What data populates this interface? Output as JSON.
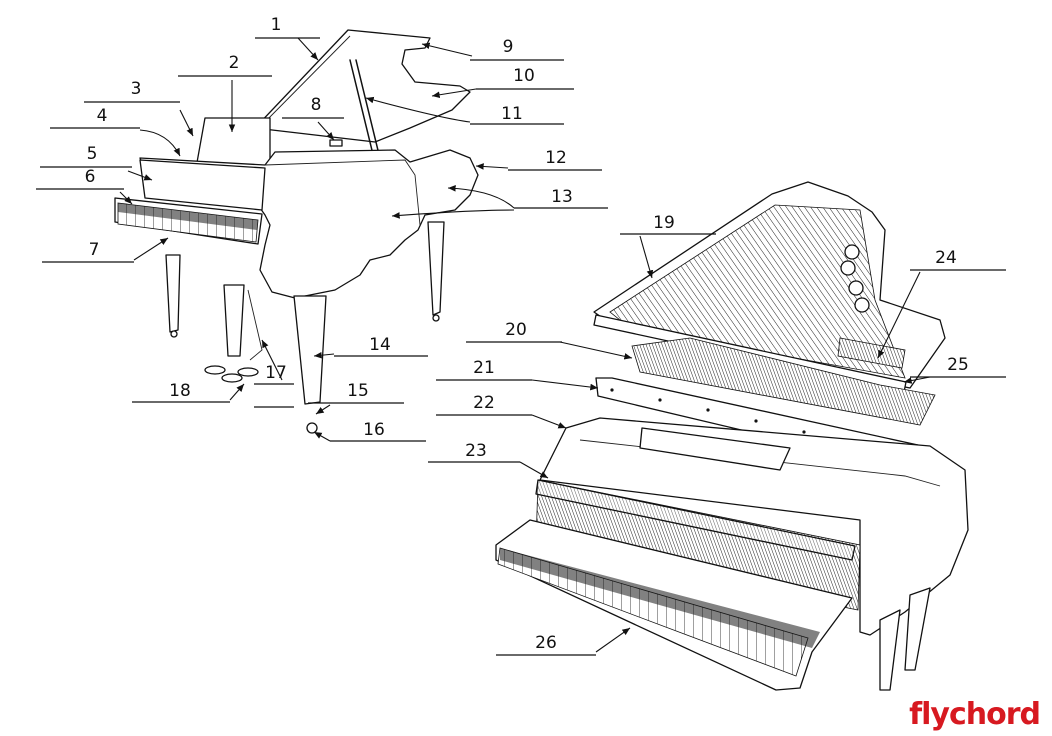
{
  "labels": [
    "1",
    "2",
    "3",
    "4",
    "5",
    "6",
    "7",
    "8",
    "9",
    "10",
    "11",
    "12",
    "13",
    "14",
    "15",
    "16",
    "17",
    "18",
    "19",
    "20",
    "21",
    "22",
    "23",
    "24",
    "25",
    "26"
  ],
  "brand": {
    "text": "flychord",
    "color": "#d71920"
  }
}
